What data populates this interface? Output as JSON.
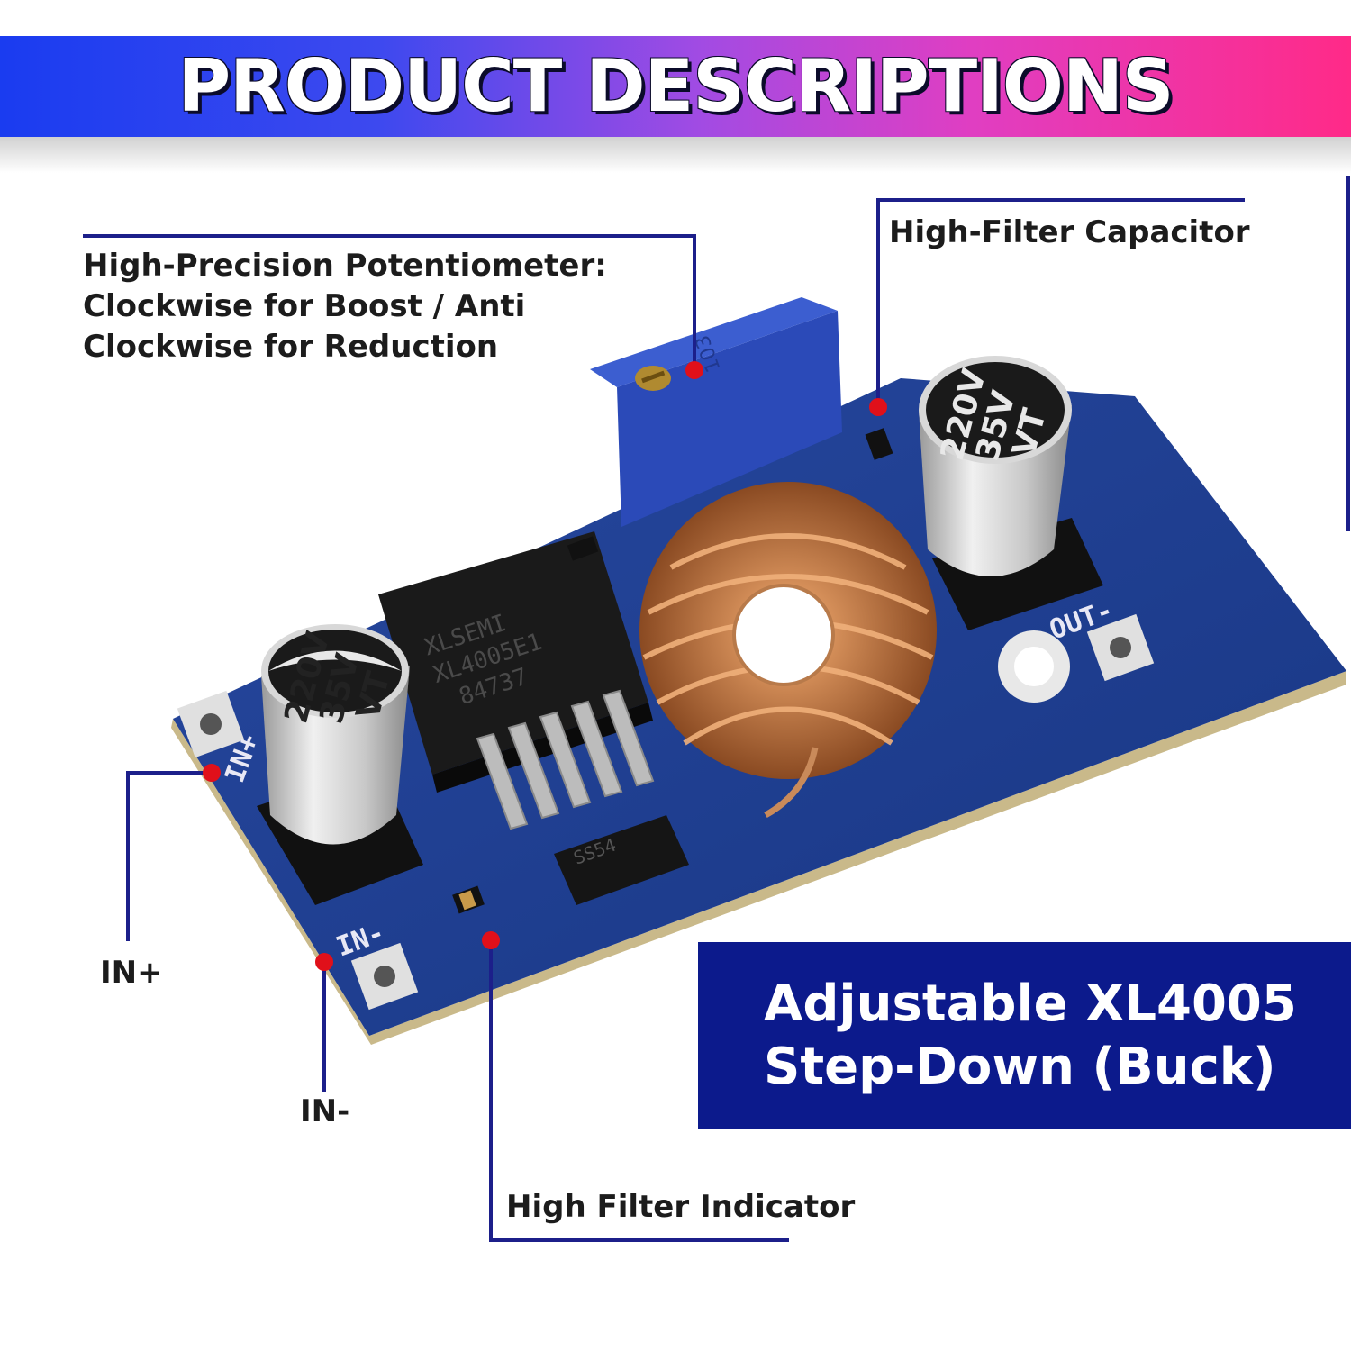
{
  "banner": {
    "title": "PRODUCT DESCRIPTIONS"
  },
  "callouts": {
    "potentiometer": {
      "line1": "High-Precision Potentiometer:",
      "line2": "Clockwise for Boost / Anti",
      "line3": "Clockwise for Reduction"
    },
    "capacitor": "High-Filter Capacitor",
    "in_plus": "IN+",
    "in_minus": "IN-",
    "indicator": "High Filter Indicator"
  },
  "product": {
    "line1": "Adjustable XL4005",
    "line2": "Step-Down (Buck)"
  },
  "board": {
    "chip_text": [
      "XLSEMI",
      "XL4005E1",
      "84737"
    ],
    "capacitor_text": [
      "220V",
      "35V",
      "VT"
    ],
    "diode_text": "SS54",
    "pot_text": "103",
    "silk_out": "OUT-",
    "silk_in_top": "IN+",
    "silk_in_bottom": "IN-"
  },
  "colors": {
    "accent": "#0c1a8c",
    "callout_line": "#1c1f8a",
    "callout_dot": "#e0101a",
    "pcb": "#1f3f9a"
  }
}
